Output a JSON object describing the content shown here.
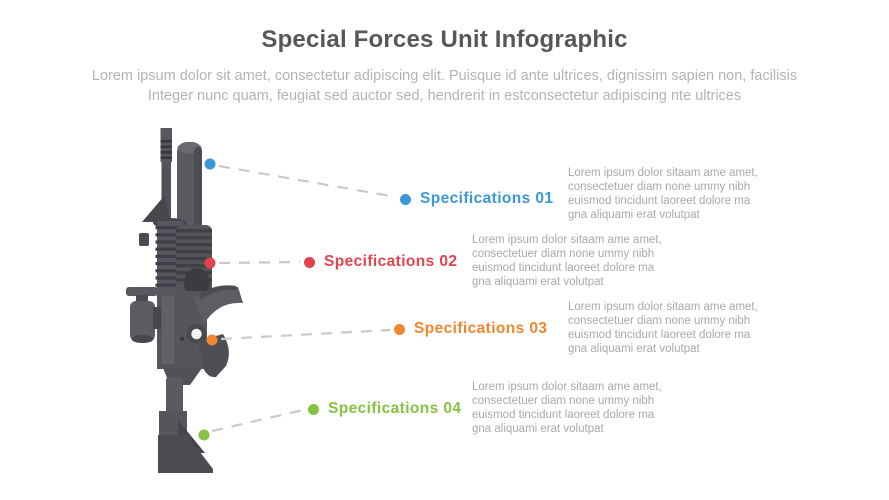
{
  "header": {
    "title": "Special Forces Unit Infographic",
    "subtitle": "Lorem ipsum dolor sit amet, consectetur adipiscing elit. Puisque id ante ultrices, dignissim sapien non, facilisis\nInteger nunc quam, feugiat sed auctor sed, hendrerit in estconsectetur adipiscing nte ultrices"
  },
  "text_colors": {
    "title": "#565759",
    "subtitle": "#b3b4b6",
    "description": "#a8a9ac"
  },
  "illustration": {
    "name": "assault-rifle-with-grenade-launcher",
    "body_color": "#55565b",
    "shadow_color": "#3e3f44",
    "highlight_color": "#696a6f"
  },
  "connector": {
    "color": "#c9c9c9",
    "style": "dashed"
  },
  "specs": [
    {
      "id": "01",
      "title": "Specifications 01",
      "color": "#3b98d8",
      "description": "Lorem ipsum dolor sitaam ame amet,\nconsectetuer diam none ummy  nibh\neuismod tincidunt laoreet dolore ma\ngna aliquami erat volutpat"
    },
    {
      "id": "02",
      "title": "Specifications 02",
      "color": "#e2434f",
      "description": "Lorem ipsum dolor sitaam ame amet,\nconsectetuer diam none ummy  nibh\neuismod tincidunt laoreet dolore ma\ngna aliquami erat volutpat"
    },
    {
      "id": "03",
      "title": "Specifications 03",
      "color": "#f0862d",
      "description": "Lorem ipsum dolor sitaam ame amet,\nconsectetuer diam none ummy  nibh\neuismod tincidunt laoreet dolore ma\ngna aliquami erat volutpat"
    },
    {
      "id": "04",
      "title": "Specifications 04",
      "color": "#85c342",
      "description": "Lorem ipsum dolor sitaam ame amet,\nconsectetuer diam none ummy  nibh\neuismod tincidunt laoreet dolore ma\ngna aliquami erat volutpat"
    }
  ]
}
